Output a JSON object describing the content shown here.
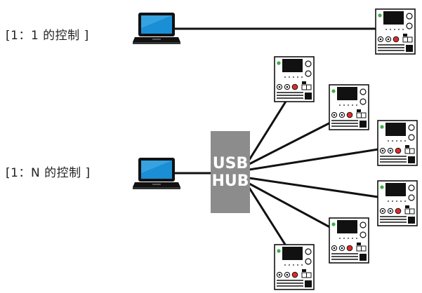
{
  "labels": {
    "one_to_one": "[1：1 的控制 ]",
    "one_to_n": "[1：N 的控制 ]"
  },
  "hub": {
    "line1": "USB",
    "line2": "HUB"
  },
  "colors": {
    "hub_fill": "#8c8c8c",
    "laptop_screen": "#1a8fd6",
    "status_led": "#3fae49",
    "red_knob": "#e02a2a",
    "display": "#111111"
  },
  "icons": {
    "computer": "laptop-icon",
    "device": "power-supply-unit-icon"
  }
}
